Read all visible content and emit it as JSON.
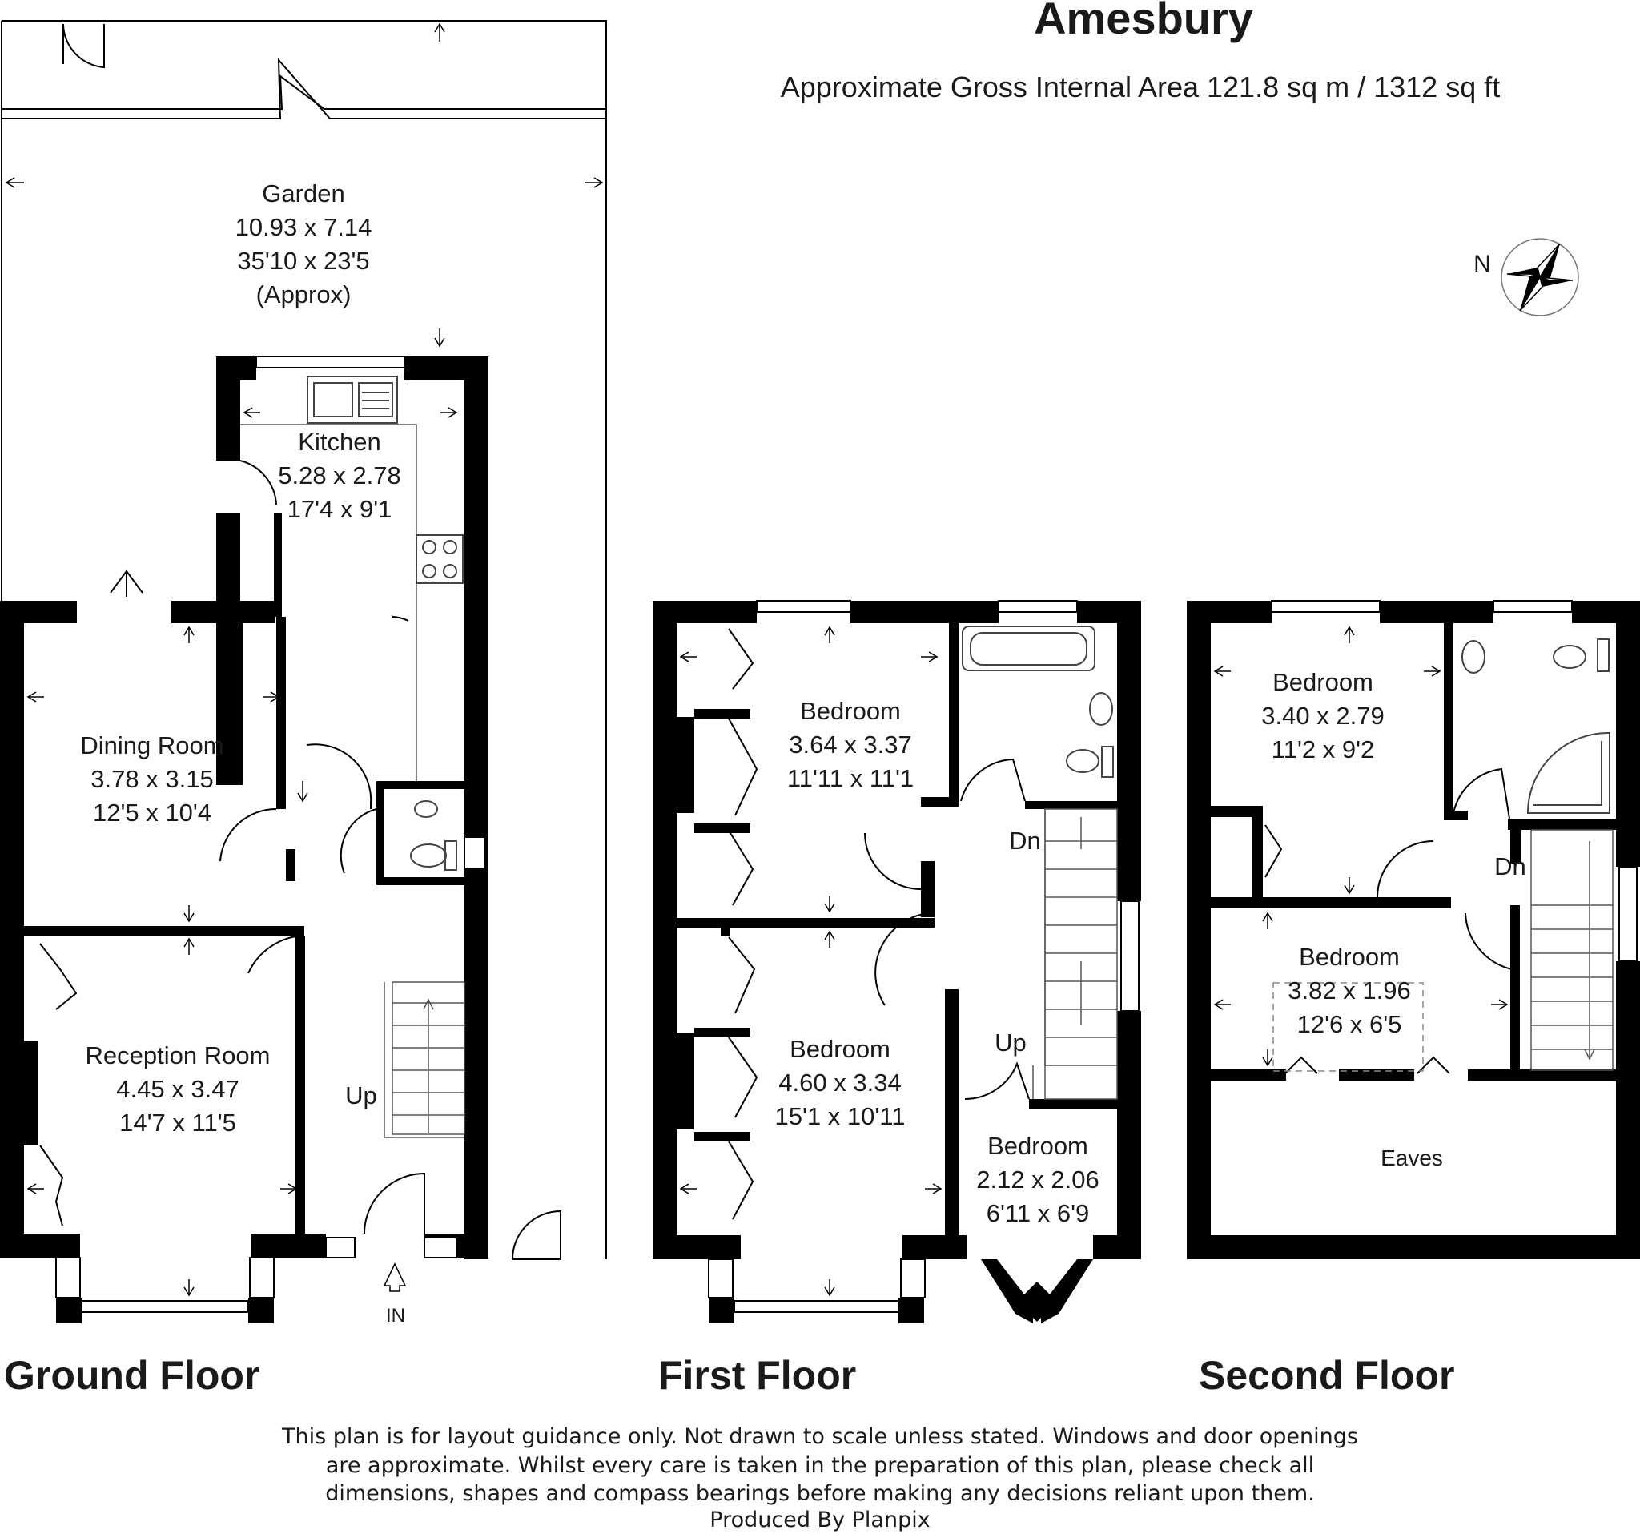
{
  "header": {
    "title": "Amesbury",
    "subtitle": "Approximate Gross Internal Area 121.8 sq m / 1312 sq ft"
  },
  "compass": {
    "label": "N"
  },
  "floors": {
    "ground": {
      "label": "Ground Floor",
      "garden": {
        "name": "Garden",
        "metric": "10.93 x 7.14",
        "imperial": "35'10 x 23'5",
        "note": "(Approx)"
      },
      "kitchen": {
        "name": "Kitchen",
        "metric": "5.28 x 2.78",
        "imperial": "17'4 x 9'1"
      },
      "dining": {
        "name": "Dining Room",
        "metric": "3.78 x 3.15",
        "imperial": "12'5 x 10'4"
      },
      "reception": {
        "name": "Reception Room",
        "metric": "4.45 x 3.47",
        "imperial": "14'7 x 11'5"
      },
      "stairs": "Up",
      "entrance": "IN"
    },
    "first": {
      "label": "First Floor",
      "bedroom_front": {
        "name": "Bedroom",
        "metric": "3.64 x 3.37",
        "imperial": "11'11 x 11'1"
      },
      "bedroom_main": {
        "name": "Bedroom",
        "metric": "4.60 x 3.34",
        "imperial": "15'1 x 10'11"
      },
      "bedroom_small": {
        "name": "Bedroom",
        "metric": "2.12 x 2.06",
        "imperial": "6'11 x 6'9"
      },
      "stairs_down": "Dn",
      "stairs_up": "Up"
    },
    "second": {
      "label": "Second Floor",
      "bedroom_a": {
        "name": "Bedroom",
        "metric": "3.40 x 2.79",
        "imperial": "11'2 x 9'2"
      },
      "bedroom_b": {
        "name": "Bedroom",
        "metric": "3.82 x 1.96",
        "imperial": "12'6 x 6'5"
      },
      "eaves": "Eaves",
      "stairs_down": "Dn"
    }
  },
  "disclaimer": {
    "line1": "This plan is for layout guidance only. Not drawn to scale unless stated. Windows and door openings",
    "line2": "are approximate. Whilst every care is taken in the preparation of this plan, please check all",
    "line3": "dimensions, shapes and compass bearings before making any decisions reliant upon them.",
    "line4": "Produced By Planpix"
  }
}
